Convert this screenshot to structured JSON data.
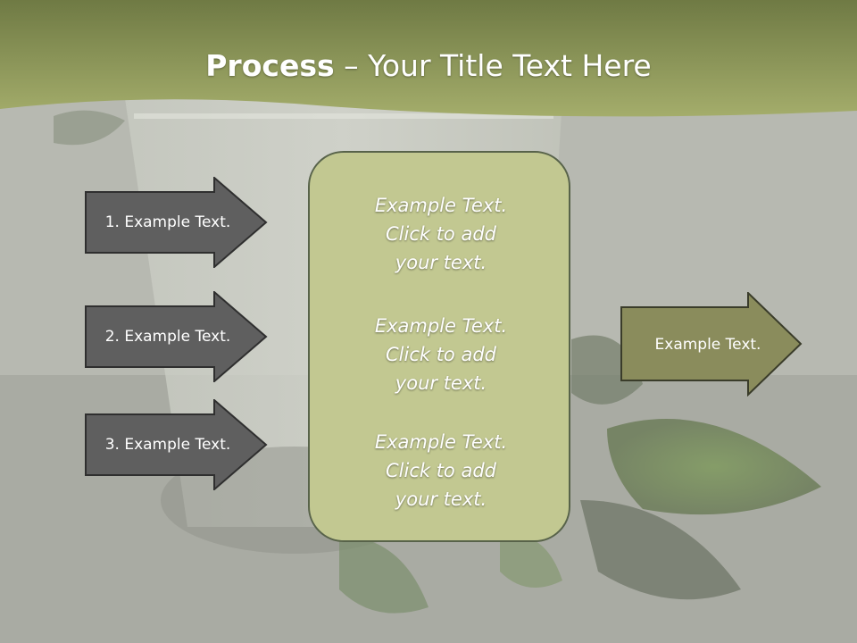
{
  "title": {
    "bold": "Process",
    "rest": " – Your Title Text Here"
  },
  "steps": [
    {
      "label": "1. Example Text."
    },
    {
      "label": "2. Example Text."
    },
    {
      "label": "3. Example Text."
    }
  ],
  "center": {
    "blocks": [
      "Example Text.\nClick  to add\nyour text.",
      "Example Text.\nClick  to add\nyour text.",
      "Example Text.\nClick  to add\nyour text."
    ]
  },
  "output": {
    "label": "Example Text."
  },
  "colors": {
    "header_green": "#8f9b55",
    "arrow_dark": "#5f5f5f",
    "arrow_olive": "#8a8c5c",
    "box_fill": "#c2c891"
  }
}
